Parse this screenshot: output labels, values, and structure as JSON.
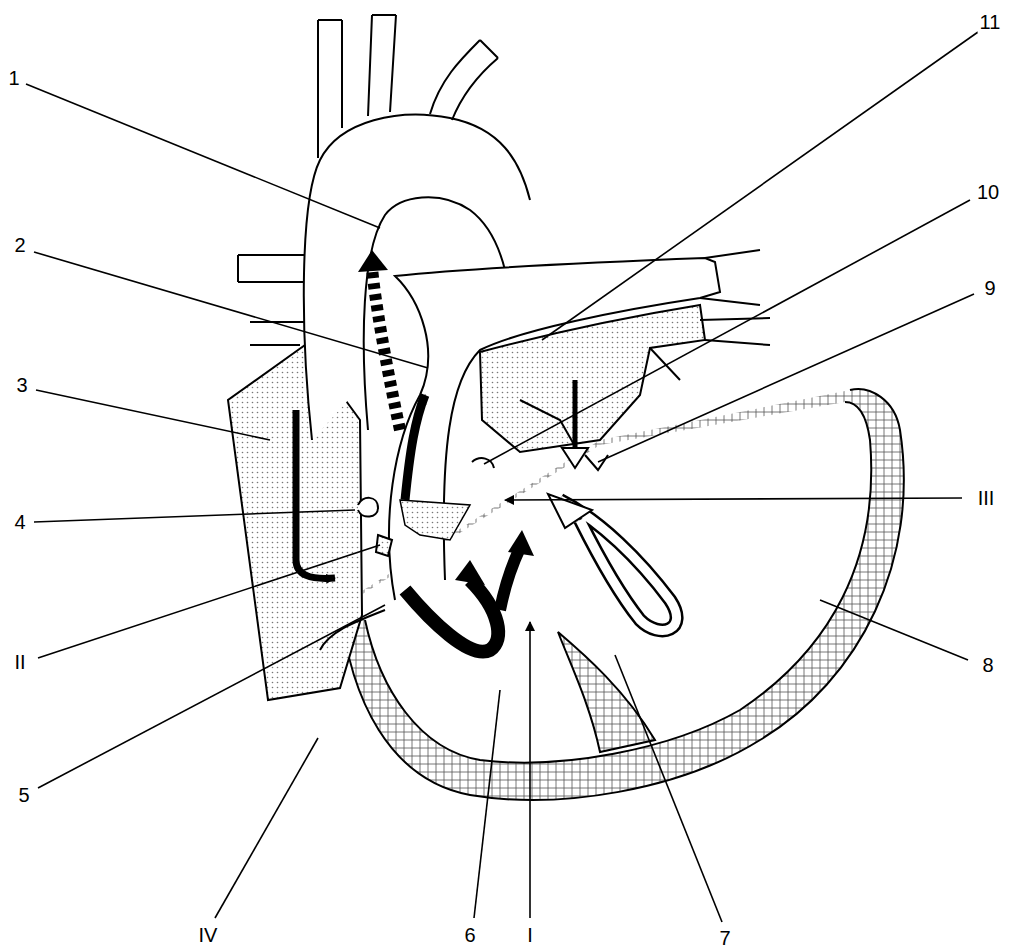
{
  "diagram": {
    "labels": [
      "11",
      "1",
      "10",
      "2",
      "9",
      "3",
      "III",
      "4",
      "II",
      "8",
      "5",
      "IV",
      "6",
      "I",
      "7"
    ]
  }
}
